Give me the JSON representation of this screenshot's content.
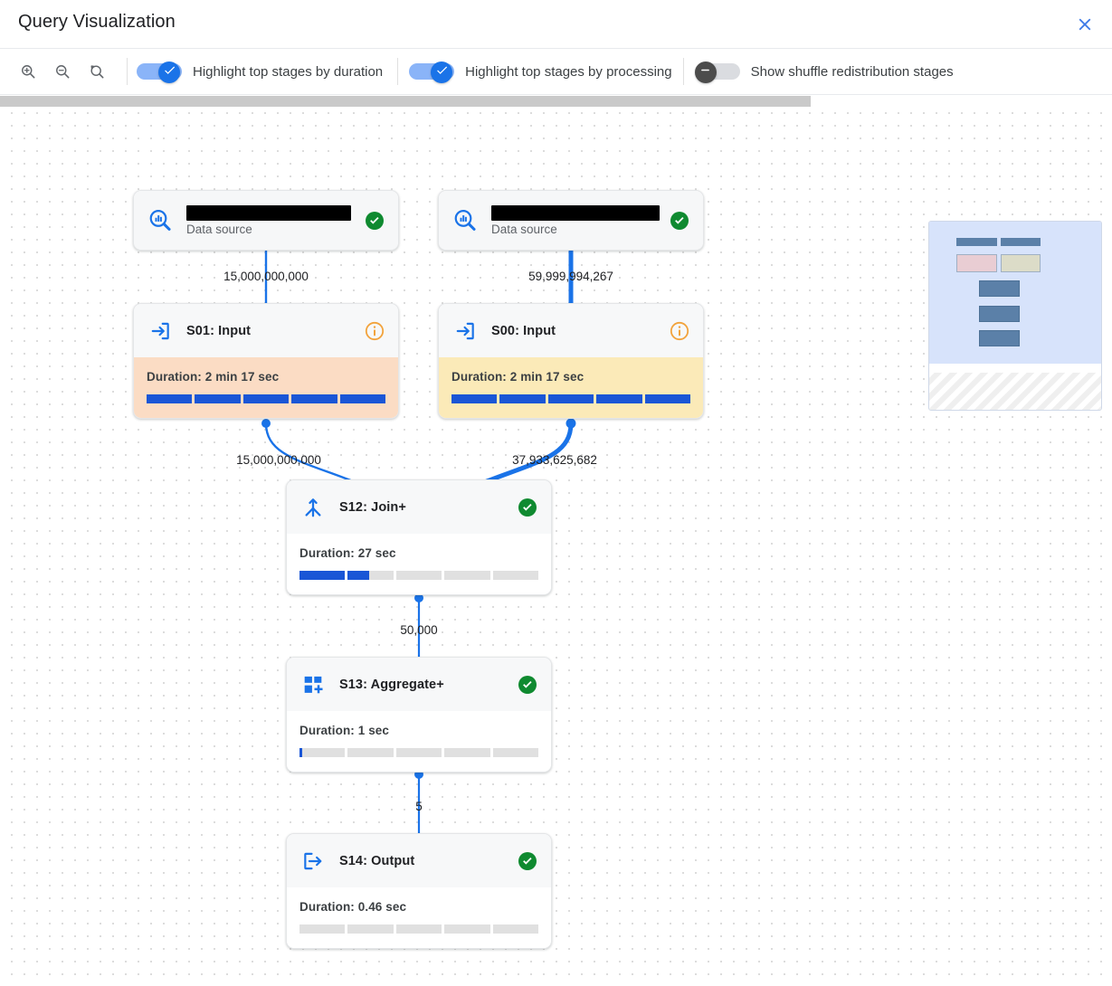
{
  "window": {
    "title": "Query Visualization",
    "close_icon": "close-icon"
  },
  "toolbar": {
    "zoom_in": "zoom-in-icon",
    "zoom_out": "zoom-out-icon",
    "zoom_reset": "zoom-reset-icon",
    "toggles": [
      {
        "label": "Highlight top stages by duration",
        "state": "on"
      },
      {
        "label": "Highlight top stages by processing",
        "state": "on"
      },
      {
        "label": "Show shuffle redistribution stages",
        "state": "off"
      }
    ]
  },
  "graph": {
    "nodes": [
      {
        "id": "ds-left",
        "kind": "data-source",
        "name_redacted": true,
        "subtitle": "Data source",
        "icon": "bigquery-datasource-icon",
        "status": "success",
        "status_icon": "check-circle-icon"
      },
      {
        "id": "ds-right",
        "kind": "data-source",
        "name_redacted": true,
        "subtitle": "Data source",
        "icon": "bigquery-datasource-icon",
        "status": "success",
        "status_icon": "check-circle-icon"
      },
      {
        "id": "s01",
        "kind": "stage",
        "title": "S01: Input",
        "icon": "input-arrow-icon",
        "status": "info",
        "status_icon": "info-circle-icon",
        "duration": "Duration: 2 min 17 sec",
        "progress_percent": 100,
        "accent": "orange"
      },
      {
        "id": "s00",
        "kind": "stage",
        "title": "S00: Input",
        "icon": "input-arrow-icon",
        "status": "info",
        "status_icon": "info-circle-icon",
        "duration": "Duration: 2 min 17 sec",
        "progress_percent": 100,
        "accent": "yellow"
      },
      {
        "id": "s12",
        "kind": "stage",
        "title": "S12: Join+",
        "icon": "join-icon",
        "status": "success",
        "status_icon": "check-circle-icon",
        "duration": "Duration: 27 sec",
        "progress_percent": 29,
        "accent": "none"
      },
      {
        "id": "s13",
        "kind": "stage",
        "title": "S13: Aggregate+",
        "icon": "aggregate-icon",
        "status": "success",
        "status_icon": "check-circle-icon",
        "duration": "Duration: 1 sec",
        "progress_percent": 1,
        "accent": "none"
      },
      {
        "id": "s14",
        "kind": "stage",
        "title": "S14: Output",
        "icon": "output-arrow-icon",
        "status": "success",
        "status_icon": "check-circle-icon",
        "duration": "Duration: 0.46 sec",
        "progress_percent": 0,
        "accent": "none"
      }
    ],
    "edges": [
      {
        "from": "ds-left",
        "to": "s01",
        "label": "15,000,000,000",
        "emphasis": "normal"
      },
      {
        "from": "ds-right",
        "to": "s00",
        "label": "59,999,994,267",
        "emphasis": "thick"
      },
      {
        "from": "s01",
        "to": "s12",
        "label": "15,000,000,000",
        "emphasis": "normal"
      },
      {
        "from": "s00",
        "to": "s12",
        "label": "37,933,625,682",
        "emphasis": "thick"
      },
      {
        "from": "s12",
        "to": "s13",
        "label": "50,000",
        "emphasis": "normal"
      },
      {
        "from": "s13",
        "to": "s14",
        "label": "5",
        "emphasis": "normal"
      }
    ]
  },
  "minimap": {
    "name": "graph-minimap"
  },
  "colors": {
    "accent_blue": "#1a73e8",
    "edge_blue": "#1a73e8",
    "success_green": "#0f8a30",
    "info_orange": "#f2a33c",
    "stage_orange": "#fbdcc4",
    "stage_yellow": "#fbeab8",
    "bar_blue": "#1a56d6"
  }
}
